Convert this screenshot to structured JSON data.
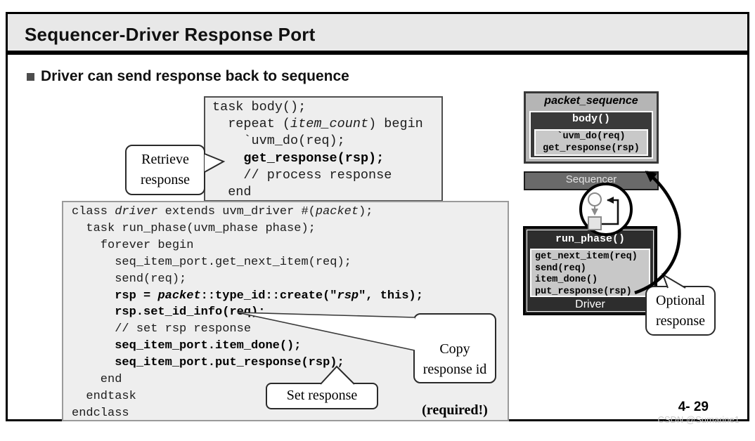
{
  "slide": {
    "title": "Sequencer-Driver Response Port",
    "bullet": "Driver can send response back to sequence",
    "page_number": "4- 29",
    "watermark": "CSDN @Sumarine1"
  },
  "code_blocks": {
    "sequence_body": {
      "lines": [
        [
          {
            "t": "task body();"
          }
        ],
        [
          {
            "t": "  repeat ("
          },
          {
            "t": "item_count",
            "i": true
          },
          {
            "t": ") begin"
          }
        ],
        [
          {
            "t": "    `uvm_do(req);"
          }
        ],
        [
          {
            "t": "    "
          },
          {
            "t": "get_response(rsp);",
            "b": true
          }
        ],
        [
          {
            "t": "    // process response"
          }
        ],
        [
          {
            "t": "  end"
          }
        ]
      ]
    },
    "driver_class": {
      "lines": [
        [
          {
            "t": "class "
          },
          {
            "t": "driver",
            "i": true
          },
          {
            "t": " extends uvm_driver #("
          },
          {
            "t": "packet",
            "i": true
          },
          {
            "t": ");"
          }
        ],
        [
          {
            "t": "  task run_phase(uvm_phase phase);"
          }
        ],
        [
          {
            "t": "    forever begin"
          }
        ],
        [
          {
            "t": "      seq_item_port.get_next_item(req);"
          }
        ],
        [
          {
            "t": "      send(req);"
          }
        ],
        [
          {
            "t": "      "
          },
          {
            "t": "rsp = ",
            "b": true
          },
          {
            "t": "packet",
            "b": true,
            "i": true
          },
          {
            "t": "::type_id::create(\"",
            "b": true
          },
          {
            "t": "rsp",
            "b": true,
            "i": true
          },
          {
            "t": "\", this);",
            "b": true
          }
        ],
        [
          {
            "t": "      "
          },
          {
            "t": "rsp.set_id_info(req);",
            "b": true
          }
        ],
        [
          {
            "t": "      // set rsp response"
          }
        ],
        [
          {
            "t": "      "
          },
          {
            "t": "seq_item_port.item_done();",
            "b": true
          }
        ],
        [
          {
            "t": "      "
          },
          {
            "t": "seq_item_port.put_response(rsp);",
            "b": true
          }
        ],
        [
          {
            "t": "    end"
          }
        ],
        [
          {
            "t": "  endtask"
          }
        ],
        [
          {
            "t": "endclass"
          }
        ]
      ]
    }
  },
  "callouts": {
    "retrieve": "Retrieve\nresponse",
    "copy_top": "Copy\nresponse id",
    "copy_bold": "(required!)",
    "set": "Set response",
    "optional": "Optional\nresponse"
  },
  "diagram": {
    "sequence_box": {
      "title": "packet_sequence",
      "method": "body()",
      "calls": [
        "`uvm_do(req)",
        "get_response(rsp)"
      ]
    },
    "sequencer_label": "Sequencer",
    "driver_box": {
      "method": "run_phase()",
      "calls": [
        "get_next_item(req)",
        "send(req)",
        "item_done()",
        "put_response(rsp)"
      ],
      "label": "Driver"
    }
  },
  "colors": {
    "title_bar_bg": "#e8e8e8",
    "code_bg": "#eeeeee",
    "sequence_box_bg": "#b5b5b5",
    "dark_method_bg": "#3a3a3a",
    "driver_box_bg": "#2d2d2d",
    "sequencer_bar_bg": "#6a6a6a",
    "calls_bg": "#c8c8c8",
    "watermark": "#c9c9c9"
  }
}
